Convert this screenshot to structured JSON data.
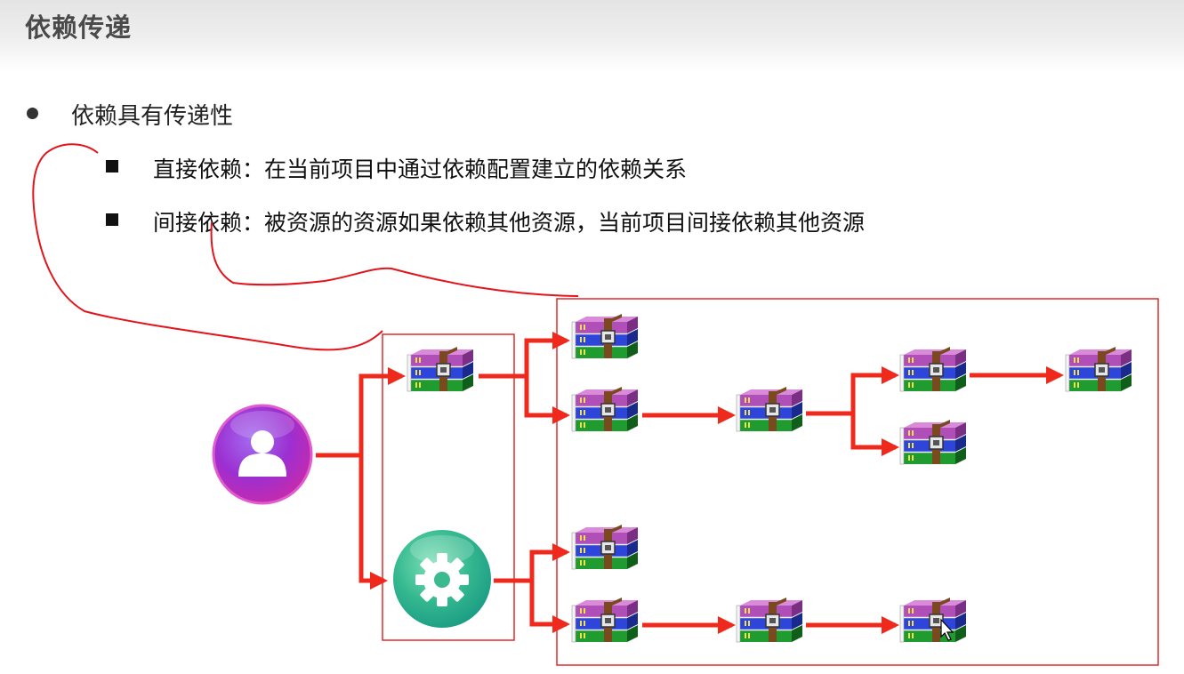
{
  "slide": {
    "title": "依赖传递",
    "bullet": "依赖具有传递性",
    "sub_items": [
      "直接依赖：在当前项目中通过依赖配置建立的依赖关系",
      "间接依赖：被资源的资源如果依赖其他资源，当前项目间接依赖其他资源"
    ]
  },
  "diagram": {
    "nodes": [
      {
        "id": "user",
        "icon": "user-icon"
      },
      {
        "id": "project",
        "icon": "gear-icon"
      },
      {
        "id": "a1",
        "icon": "archive-icon"
      },
      {
        "id": "b1",
        "icon": "archive-icon"
      },
      {
        "id": "b2",
        "icon": "archive-icon"
      },
      {
        "id": "c1",
        "icon": "archive-icon"
      },
      {
        "id": "d1",
        "icon": "archive-icon"
      },
      {
        "id": "d2",
        "icon": "archive-icon"
      },
      {
        "id": "e1",
        "icon": "archive-icon"
      },
      {
        "id": "b3",
        "icon": "archive-icon"
      },
      {
        "id": "b4",
        "icon": "archive-icon"
      },
      {
        "id": "c2",
        "icon": "archive-icon"
      },
      {
        "id": "d3",
        "icon": "archive-icon"
      }
    ],
    "edges": [
      [
        "user",
        "a1"
      ],
      [
        "user",
        "project"
      ],
      [
        "a1",
        "b1"
      ],
      [
        "a1",
        "b2"
      ],
      [
        "b2",
        "c1"
      ],
      [
        "c1",
        "d1"
      ],
      [
        "c1",
        "d2"
      ],
      [
        "d1",
        "e1"
      ],
      [
        "project",
        "b3"
      ],
      [
        "project",
        "b4"
      ],
      [
        "b4",
        "c2"
      ],
      [
        "c2",
        "d3"
      ]
    ],
    "colors": {
      "arrow": "#f0291d",
      "box": "#e02a2a",
      "annotation": "#e3141b"
    }
  }
}
